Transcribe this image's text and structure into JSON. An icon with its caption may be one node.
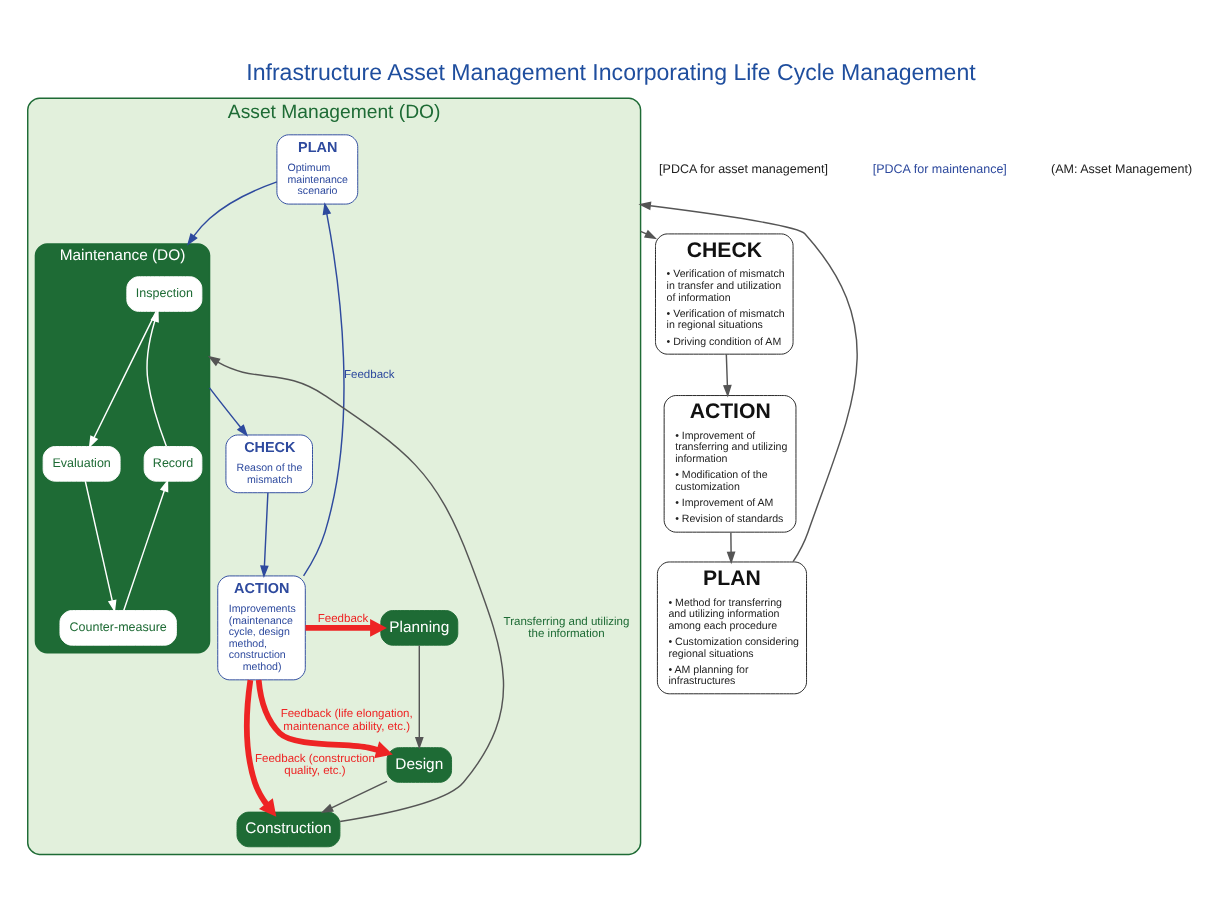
{
  "diagram": {
    "title": "Infrastructure Asset Management Incorporating Life Cycle Management",
    "nodes": [
      {
        "text": [
          "Asset Management (DO)"
        ]
      },
      {
        "text": [
          "PLAN",
          "Optimum maintenance scenario"
        ],
        "in": 0
      },
      {
        "text": [
          "Maintenance (DO)"
        ],
        "in": 0
      },
      {
        "text": [
          "Inspection"
        ],
        "in": 2
      },
      {
        "text": [
          "Record"
        ],
        "in": 2
      },
      {
        "text": [
          "Counter-measure"
        ],
        "in": 2
      },
      {
        "text": [
          "Evaluation"
        ],
        "in": 2
      },
      {
        "text": [
          "ACTION",
          "Improvements (maintenance cycle, design method, construction method)"
        ],
        "in": 0
      },
      {
        "text": [
          "CHECK",
          "Reason of the mismatch"
        ],
        "in": 0
      },
      {
        "text": [
          "Planning"
        ],
        "in": 0
      },
      {
        "text": [
          "Design"
        ],
        "in": 0
      },
      {
        "text": [
          "Construction"
        ],
        "in": 0
      },
      {
        "text": [
          "PLAN",
          "• Method for transferring and utilizing information among each procedure",
          "• Customization considering regional situations",
          "• AM planning for infrastructures"
        ]
      },
      {
        "text": [
          "ACTION",
          "• Improvement of transferring and utilizing information",
          "• Modification of the customization",
          "• Improvement of AM",
          "• Revision of standards"
        ]
      },
      {
        "text": [
          "CHECK",
          "• Verification of mismatch in transfer and utilization of information",
          "• Verification of mismatch in regional situations",
          "• Driving condition of AM"
        ]
      }
    ],
    "edges": [
      {
        "from": 3,
        "to": 6,
        "arrow": "to",
        "color": "#ffffff"
      },
      {
        "from": 6,
        "to": 5,
        "arrow": "to",
        "color": "#ffffff"
      },
      {
        "from": 5,
        "to": 4,
        "arrow": "to",
        "color": "#ffffff"
      },
      {
        "from": 4,
        "to": 3,
        "arrow": "to",
        "color": "#ffffff"
      },
      {
        "from": 1,
        "to": 2,
        "arrow": "to",
        "color": "#2e4a9e"
      },
      {
        "from": 2,
        "to": 8,
        "arrow": "to",
        "color": "#2e4a9e"
      },
      {
        "from": 8,
        "to": 7,
        "arrow": "to",
        "color": "#2e4a9e"
      },
      {
        "from": 7,
        "to": 1,
        "arrow": "to",
        "label": "Feedback",
        "color": "#2e4a9e"
      },
      {
        "from": 7,
        "to": 9,
        "arrow": "to",
        "label": "Feedback",
        "style": "thick",
        "color": "#ee2424"
      },
      {
        "from": 7,
        "to": 10,
        "arrow": "to",
        "label": "Feedback (life elongation, maintenance ability, etc.)",
        "style": "thick",
        "color": "#ee2424"
      },
      {
        "from": 7,
        "to": 11,
        "arrow": "to",
        "label": "Feedback (construction quality, etc.)",
        "style": "thick",
        "color": "#ee2424"
      },
      {
        "from": 9,
        "to": 10,
        "arrow": "to"
      },
      {
        "from": 10,
        "to": 11,
        "arrow": "to"
      },
      {
        "from": 11,
        "to": 2,
        "arrow": "to",
        "label": "Transferring and utilizing the information"
      },
      {
        "from": 0,
        "to": 14,
        "arrow": "to"
      },
      {
        "from": 14,
        "to": 13,
        "arrow": "to"
      },
      {
        "from": 13,
        "to": 12,
        "arrow": "to"
      },
      {
        "from": 12,
        "to": 0,
        "arrow": "to"
      }
    ],
    "labels": [
      "[PDCA for asset management]",
      "[PDCA for maintenance]",
      "(AM: Asset Management)"
    ]
  }
}
